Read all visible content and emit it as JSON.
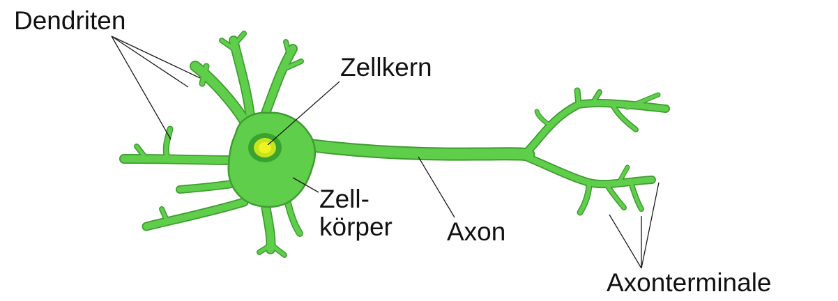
{
  "labels": {
    "dendrites": "Dendriten",
    "nucleus": "Zellkern",
    "cell_body_line1": "Zell-",
    "cell_body_line2": "körper",
    "axon": "Axon",
    "axon_terminals": "Axonterminale"
  },
  "colors": {
    "cell_fill": "#5fce4a",
    "cell_outline": "#3f9b32",
    "nucleus_outer": "#3aa22f",
    "nucleus_inner": "#e6f21c",
    "leader_lines": "#1a1a1a",
    "text": "#111111",
    "background": "#ffffff"
  }
}
